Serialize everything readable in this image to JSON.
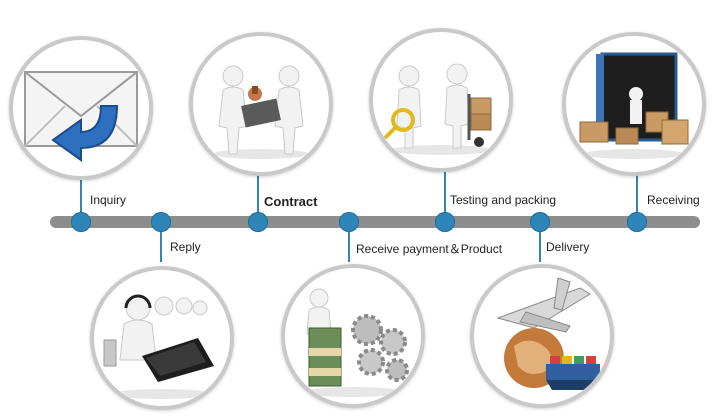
{
  "steps": [
    {
      "label": "Inquiry",
      "icon": "envelope-reply-icon"
    },
    {
      "label": "Reply",
      "icon": "call-center-icon"
    },
    {
      "label": "Contract",
      "icon": "handshake-stamp-icon"
    },
    {
      "label": "Receive payment＆Product",
      "icon": "money-gears-icon"
    },
    {
      "label": "Testing and packing",
      "icon": "magnifier-cart-icon"
    },
    {
      "label": "Delivery",
      "icon": "airplane-globe-ship-icon"
    },
    {
      "label": "Receiving",
      "icon": "container-boxes-icon"
    }
  ],
  "colors": {
    "accent": "#2e86b8",
    "bar": "#8d8d8d",
    "ring": "#c9c9c9"
  }
}
